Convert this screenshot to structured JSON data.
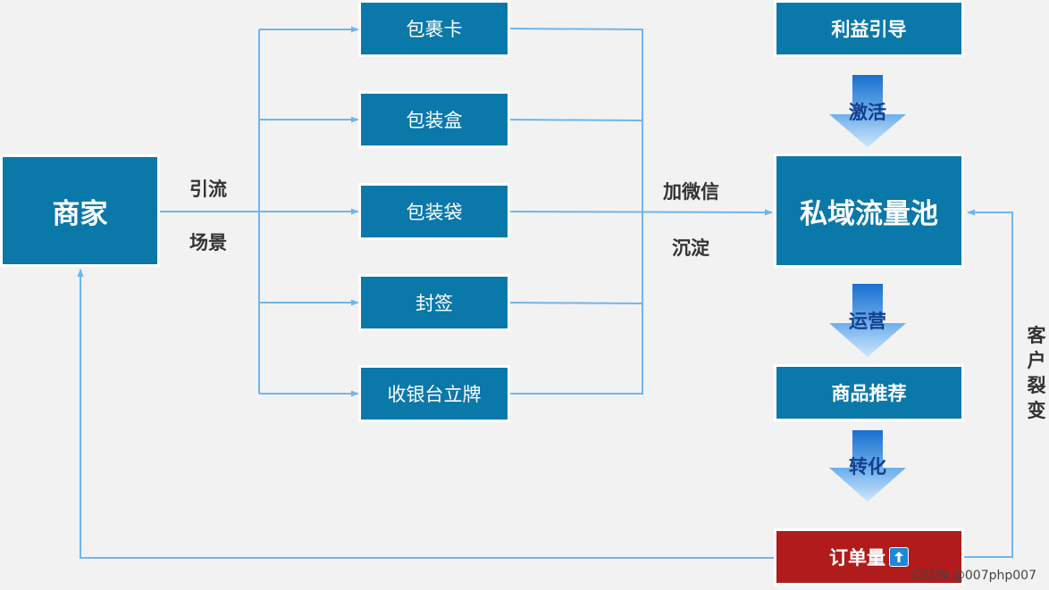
{
  "nodes": {
    "merchant": "商家",
    "package_card": "包裹卡",
    "package_box": "包装盒",
    "package_bag": "包装袋",
    "seal": "封签",
    "cashier_stand": "收银台立牌",
    "benefit_guide": "利益引导",
    "private_pool": "私域流量池",
    "product_recommend": "商品推荐",
    "order_volume": "订单量"
  },
  "labels": {
    "traffic_scene_1": "引流",
    "traffic_scene_2": "场景",
    "add_wechat_1": "加微信",
    "add_wechat_2": "沉淀",
    "activate": "激活",
    "operate": "运营",
    "convert": "转化",
    "customer_fission": [
      "客",
      "户",
      "裂",
      "变"
    ]
  },
  "icons": {
    "order_up": "up-arrow-icon"
  },
  "watermark": "CSDN @007php007",
  "colors": {
    "box": "#0b78aa",
    "box_red": "#b11b1b",
    "line": "#6fb6ec",
    "arrow_label": "#143f8c",
    "background": "#f2f2f2"
  }
}
